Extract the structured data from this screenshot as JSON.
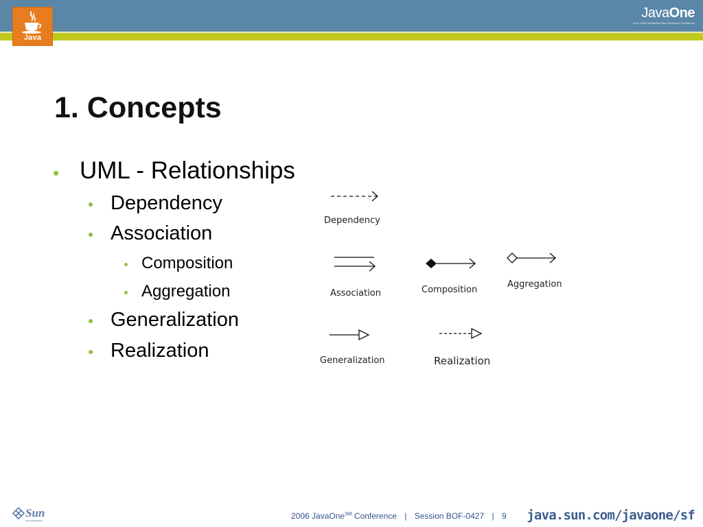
{
  "header": {
    "logo_label": "Java",
    "brand_prefix": "Java",
    "brand_suffix": "One",
    "brand_tagline": "Sun's 2006 Worldwide Java Developer Conference"
  },
  "slide": {
    "title": "1. Concepts",
    "bullets": {
      "uml": "UML - Relationships",
      "dependency": "Dependency",
      "association": "Association",
      "composition": "Composition",
      "aggregation": "Aggregation",
      "generalization": "Generalization",
      "realization": "Realization"
    }
  },
  "diagram": {
    "dependency": "Dependency",
    "association": "Association",
    "composition": "Composition",
    "aggregation": "Aggregation",
    "generalization": "Generalization",
    "realization": "Realization"
  },
  "footer": {
    "sun_logo": "Sun",
    "sun_sub": "microsystems",
    "conference_prefix": "2006 JavaOne",
    "conference_sup": "SM",
    "conference_suffix": " Conference",
    "session": "Session BOF-0427",
    "page_number": "9",
    "url": "java.sun.com/javaone/sf"
  },
  "colors": {
    "header_blue": "#5a87a8",
    "header_green": "#c2c91e",
    "java_orange": "#e87d1f",
    "bullet_green": "#8ec03f",
    "footer_blue": "#3a5d8c"
  }
}
